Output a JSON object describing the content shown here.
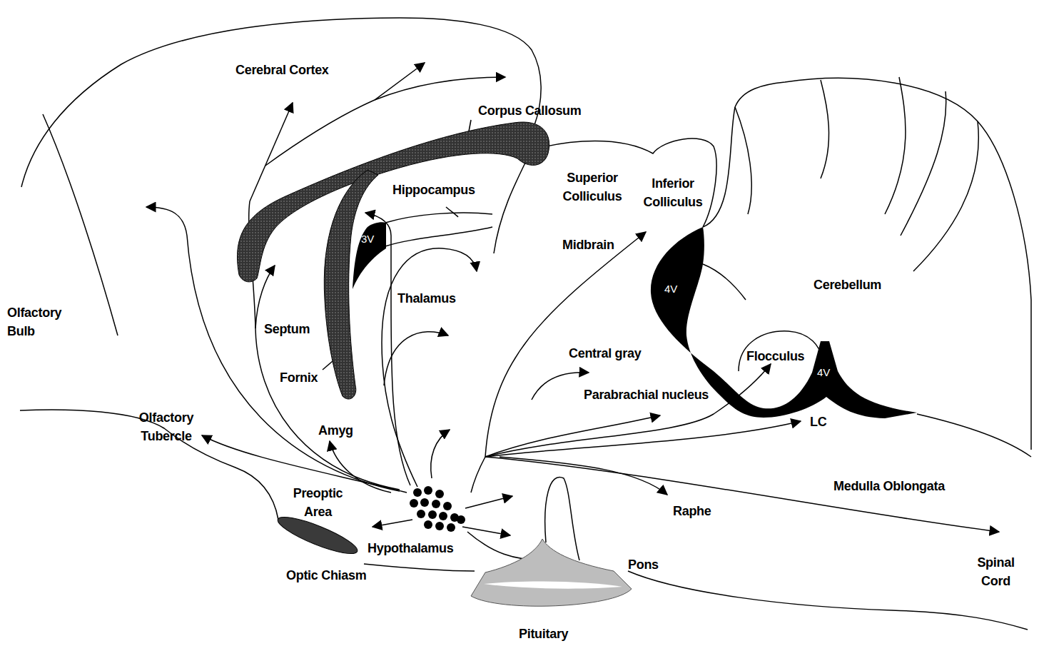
{
  "diagram": {
    "labels": [
      "Cerebral Cortex",
      "Corpus Callosum",
      "Hippocampus",
      "Superior Colliculus",
      "Inferior Colliculus",
      "3V",
      "Midbrain",
      "4V",
      "Cerebellum",
      "Thalamus",
      "Olfactory Bulb",
      "Septum",
      "Central gray",
      "Flocculus",
      "4V",
      "Fornix",
      "Parabrachial nucleus",
      "Olfactory Tubercle",
      "Amyg",
      "LC",
      "Preoptic Area",
      "Medulla Oblongata",
      "Raphe",
      "Hypothalamus",
      "Pons",
      "Optic Chiasm",
      "Spinal Cord",
      "Pituitary"
    ]
  }
}
